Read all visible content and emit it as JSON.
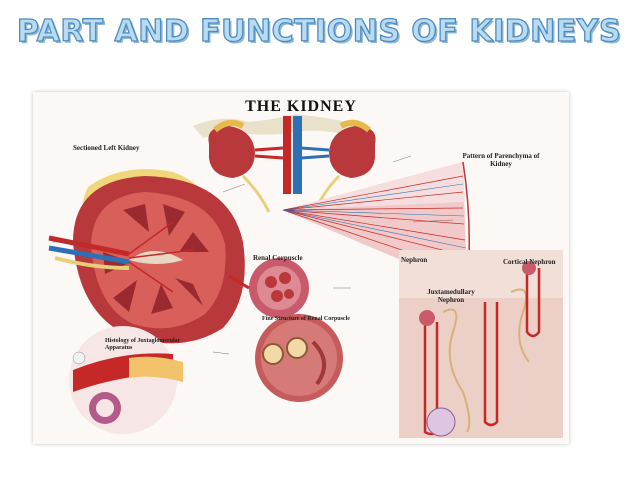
{
  "slide": {
    "title": "PART AND FUNCTIONS OF KIDNEYS"
  },
  "poster": {
    "title": "THE KIDNEY",
    "sections": {
      "sectioned_left_kidney": "Sectioned Left Kidney",
      "pattern_of_parenchyma": "Pattern of Parenchyma of Kidney",
      "renal_corpuscle": "Renal Corpuscle",
      "nephron": "Nephron",
      "cortical_nephron": "Cortical Nephron",
      "juxtamedullary_nephron": "Juxtamedullary Nephron",
      "histology": "Histology of Juxtaglomerular Apparatus",
      "fine_structure": "Fine Structure of Renal Corpuscle"
    },
    "colors": {
      "kidney": "#b8383b",
      "kidney_dark": "#7d1f24",
      "cortex": "#d9605a",
      "fat": "#f0d77a",
      "artery": "#c62828",
      "vein": "#2f6fb5",
      "title_fill": "#b9dbf0",
      "title_stroke": "#4e8cc0"
    }
  }
}
